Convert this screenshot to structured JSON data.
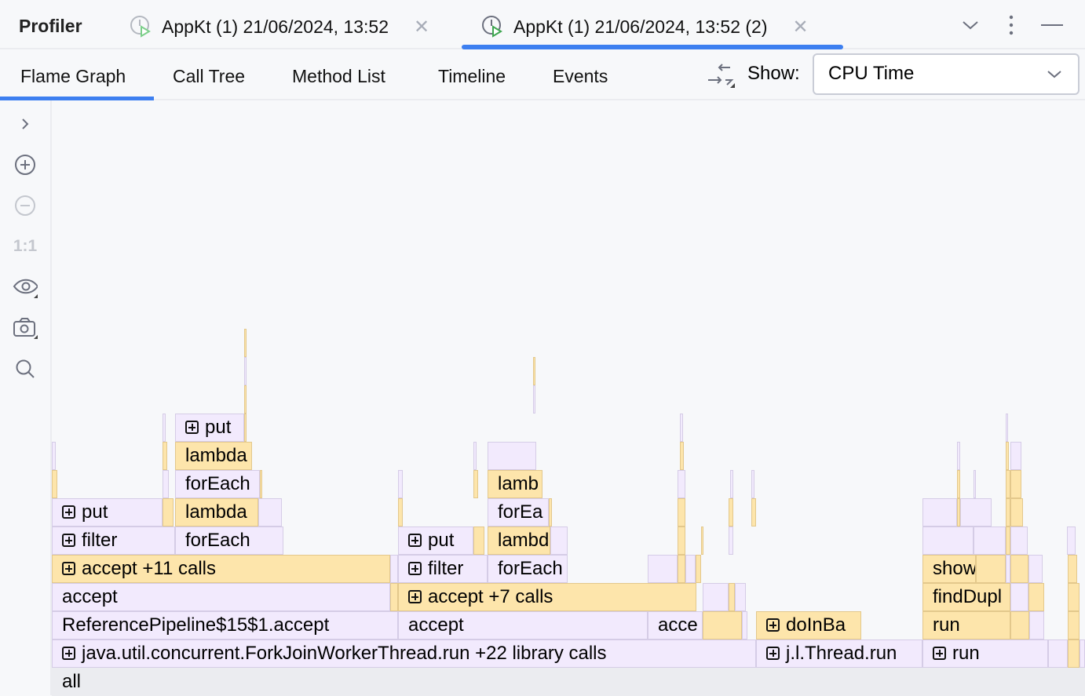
{
  "header": {
    "title": "Profiler",
    "tabs": [
      {
        "label": "AppKt (1) 21/06/2024, 13:52",
        "active": false
      },
      {
        "label": "AppKt (1) 21/06/2024, 13:52 (2)",
        "active": true
      }
    ],
    "accent": "#3d7ff0"
  },
  "view_tabs": [
    {
      "label": "Flame Graph",
      "active": true
    },
    {
      "label": "Call Tree"
    },
    {
      "label": "Method List"
    },
    {
      "label": "Timeline"
    },
    {
      "label": "Events"
    }
  ],
  "show": {
    "label": "Show:",
    "value": "CPU Time"
  },
  "sidebar": {
    "icons": [
      "expand-chevron-icon",
      "zoom-in-icon",
      "zoom-out-icon",
      "actual-size-icon",
      "eye-icon",
      "camera-icon",
      "search-icon"
    ],
    "actual_size_label": "1:1"
  },
  "colors": {
    "library_frame": "#f2eafd",
    "user_frame": "#fde5ab",
    "root_frame": "#ebecf0"
  },
  "frames": [
    {
      "label": "all",
      "expand": false
    },
    {
      "label": "java.util.concurrent.ForkJoinWorkerThread.run  +22 library calls",
      "expand": true
    },
    {
      "label": "j.l.Thread.run",
      "expand": true
    },
    {
      "label": "run",
      "expand": true
    },
    {
      "label": "ReferencePipeline$15$1.accept",
      "expand": false
    },
    {
      "label": "accept",
      "expand": false
    },
    {
      "label": "acce",
      "expand": false
    },
    {
      "label": "doInBa",
      "expand": true
    },
    {
      "label": "run",
      "expand": false
    },
    {
      "label": "accept",
      "expand": false
    },
    {
      "label": "accept  +7 calls",
      "expand": true
    },
    {
      "label": "findDupl",
      "expand": false
    },
    {
      "label": "accept  +11 calls",
      "expand": true
    },
    {
      "label": "filter",
      "expand": true
    },
    {
      "label": "forEach",
      "expand": false
    },
    {
      "label": "show",
      "expand": false
    },
    {
      "label": "filter",
      "expand": true
    },
    {
      "label": "forEach",
      "expand": false
    },
    {
      "label": "put",
      "expand": true
    },
    {
      "label": "lambda",
      "expand": false
    },
    {
      "label": "put",
      "expand": true
    },
    {
      "label": "lambda",
      "expand": false
    },
    {
      "label": "forEa",
      "expand": false
    },
    {
      "label": "forEach",
      "expand": false
    },
    {
      "label": "lamb",
      "expand": false
    },
    {
      "label": "lambda",
      "expand": false
    },
    {
      "label": "put",
      "expand": true
    }
  ]
}
